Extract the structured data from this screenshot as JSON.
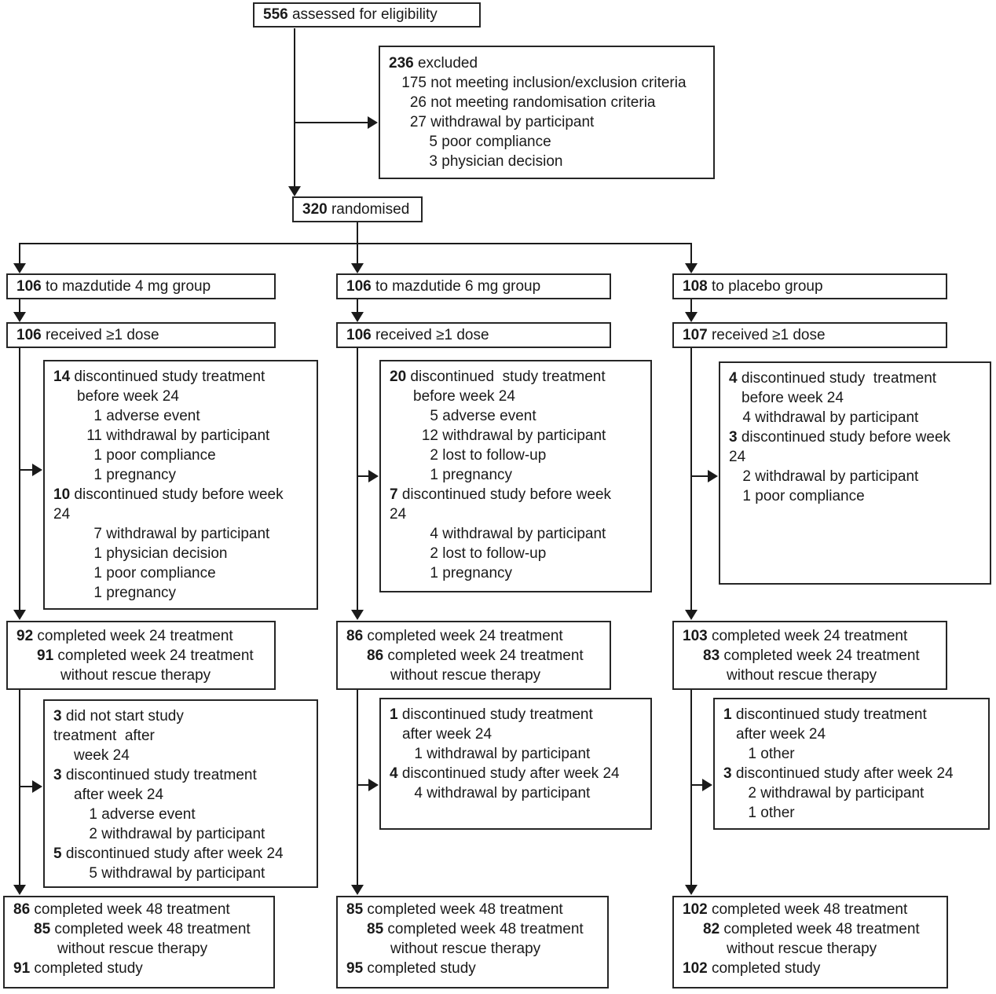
{
  "colors": {
    "line": "#1a1a1a",
    "box_border": "#262626",
    "background": "#ffffff",
    "text": "#1a1a1a"
  },
  "diagram": {
    "eligibility": {
      "lines": [
        {
          "n": "556",
          "b": 1,
          "t": "assessed for eligibility"
        }
      ]
    },
    "excluded": {
      "lines": [
        {
          "n": "236",
          "b": 1,
          "t": "excluded"
        },
        {
          "ind": 14,
          "nw": 34,
          "n": "175",
          "t": "not meeting inclusion/exclusion criteria"
        },
        {
          "ind": 14,
          "nw": 34,
          "n": "26",
          "t": "not meeting randomisation criteria"
        },
        {
          "ind": 14,
          "nw": 34,
          "n": "27",
          "t": "withdrawal by participant"
        },
        {
          "ind": 28,
          "nw": 34,
          "n": "5",
          "t": "poor compliance"
        },
        {
          "ind": 28,
          "nw": 34,
          "n": "3",
          "t": "physician decision"
        }
      ]
    },
    "randomised": {
      "lines": [
        {
          "n": "320",
          "b": 1,
          "t": "randomised"
        }
      ]
    },
    "arms": [
      {
        "assigned": {
          "lines": [
            {
              "n": "106",
              "b": 1,
              "t": "to mazdutide 4 mg group"
            }
          ]
        },
        "received": {
          "lines": [
            {
              "n": "106",
              "b": 1,
              "t": "received ≥1 dose"
            }
          ]
        },
        "disc_before_wk24": {
          "lines": [
            {
              "n": "14",
              "b": 1,
              "t": "discontinued study treatment"
            },
            {
              "ind": 30,
              "t": "before week 24"
            },
            {
              "ind": 36,
              "nw": 26,
              "n": "1",
              "t": "adverse event"
            },
            {
              "ind": 36,
              "nw": 26,
              "n": "11",
              "t": "withdrawal by participant"
            },
            {
              "ind": 36,
              "nw": 26,
              "n": "1",
              "t": "poor compliance"
            },
            {
              "ind": 36,
              "nw": 26,
              "n": "1",
              "t": "pregnancy"
            },
            {
              "n": "10",
              "b": 1,
              "t": "discontinued study before week"
            },
            {
              "t": "24"
            },
            {
              "ind": 36,
              "nw": 26,
              "n": "7",
              "t": "withdrawal by participant"
            },
            {
              "ind": 36,
              "nw": 26,
              "n": "1",
              "t": "physician decision"
            },
            {
              "ind": 36,
              "nw": 26,
              "n": "1",
              "t": "poor compliance"
            },
            {
              "ind": 36,
              "nw": 26,
              "n": "1",
              "t": "pregnancy"
            }
          ]
        },
        "completed_wk24": {
          "lines": [
            {
              "n": "92",
              "b": 1,
              "t": "completed week 24 treatment"
            },
            {
              "ind": 26,
              "n": "91",
              "b": 1,
              "t": "completed week 24 treatment"
            },
            {
              "ind": 56,
              "t": "without rescue therapy"
            }
          ]
        },
        "disc_after_wk24": {
          "lines": [
            {
              "n": "3",
              "b": 1,
              "t": "did not start study"
            },
            {
              "t": "treatment  after"
            },
            {
              "ind": 26,
              "t": "week 24"
            },
            {
              "n": "3",
              "b": 1,
              "t": "discontinued study treatment"
            },
            {
              "ind": 26,
              "t": "after week 24"
            },
            {
              "ind": 36,
              "nw": 20,
              "n": "1",
              "t": "adverse event"
            },
            {
              "ind": 36,
              "nw": 20,
              "n": "2",
              "t": "withdrawal by participant"
            },
            {
              "n": "5",
              "b": 1,
              "t": "discontinued study after week 24"
            },
            {
              "ind": 36,
              "nw": 20,
              "n": "5",
              "t": "withdrawal by participant"
            }
          ]
        },
        "completed_wk48": {
          "lines": [
            {
              "n": "86",
              "b": 1,
              "t": "completed week 48 treatment"
            },
            {
              "ind": 26,
              "n": "85",
              "b": 1,
              "t": "completed week 48 treatment"
            },
            {
              "ind": 56,
              "t": "without rescue therapy"
            },
            {
              "n": "91",
              "b": 1,
              "t": "completed study"
            }
          ]
        }
      },
      {
        "assigned": {
          "lines": [
            {
              "n": "106",
              "b": 1,
              "t": "to mazdutide 6 mg group"
            }
          ]
        },
        "received": {
          "lines": [
            {
              "n": "106",
              "b": 1,
              "t": "received ≥1 dose"
            }
          ]
        },
        "disc_before_wk24": {
          "lines": [
            {
              "n": "20",
              "b": 1,
              "t": "discontinued  study treatment"
            },
            {
              "ind": 30,
              "t": "before week 24"
            },
            {
              "ind": 36,
              "nw": 26,
              "n": "5",
              "t": "adverse event"
            },
            {
              "ind": 36,
              "nw": 26,
              "n": "12",
              "t": "withdrawal by participant"
            },
            {
              "ind": 36,
              "nw": 26,
              "n": "2",
              "t": "lost to follow-up"
            },
            {
              "ind": 36,
              "nw": 26,
              "n": "1",
              "t": "pregnancy"
            },
            {
              "n": "7",
              "b": 1,
              "t": "discontinued study before week"
            },
            {
              "t": "24"
            },
            {
              "ind": 36,
              "nw": 26,
              "n": "4",
              "t": "withdrawal by participant"
            },
            {
              "ind": 36,
              "nw": 26,
              "n": "2",
              "t": "lost to follow-up"
            },
            {
              "ind": 36,
              "nw": 26,
              "n": "1",
              "t": "pregnancy"
            }
          ]
        },
        "completed_wk24": {
          "lines": [
            {
              "n": "86",
              "b": 1,
              "t": "completed week 24 treatment"
            },
            {
              "ind": 26,
              "n": "86",
              "b": 1,
              "t": "completed week 24 treatment"
            },
            {
              "ind": 56,
              "t": "without rescue therapy"
            }
          ]
        },
        "disc_after_wk24": {
          "lines": [
            {
              "n": "1",
              "b": 1,
              "t": "discontinued study treatment"
            },
            {
              "ind": 16,
              "t": "after week 24"
            },
            {
              "ind": 30,
              "nw": 12,
              "n": "1",
              "t": "withdrawal by participant"
            },
            {
              "n": "4",
              "b": 1,
              "t": "discontinued study after week 24"
            },
            {
              "ind": 30,
              "nw": 12,
              "n": "4",
              "t": "withdrawal by participant"
            }
          ]
        },
        "completed_wk48": {
          "lines": [
            {
              "n": "85",
              "b": 1,
              "t": "completed week 48 treatment"
            },
            {
              "ind": 26,
              "n": "85",
              "b": 1,
              "t": "completed week 48 treatment"
            },
            {
              "ind": 56,
              "t": "without rescue therapy"
            },
            {
              "n": "95",
              "b": 1,
              "t": "completed study"
            }
          ]
        }
      },
      {
        "assigned": {
          "lines": [
            {
              "n": "108",
              "b": 1,
              "t": "to placebo group"
            }
          ]
        },
        "received": {
          "lines": [
            {
              "n": "107",
              "b": 1,
              "t": "received ≥1 dose"
            }
          ]
        },
        "disc_before_wk24": {
          "lines": [
            {
              "n": "4",
              "b": 1,
              "t": "discontinued study  treatment"
            },
            {
              "ind": 16,
              "t": "before week 24"
            },
            {
              "ind": 16,
              "nw": 12,
              "n": "4",
              "t": "withdrawal by participant"
            },
            {
              "n": "3",
              "b": 1,
              "t": "discontinued study before week"
            },
            {
              "t": "24"
            },
            {
              "ind": 16,
              "nw": 12,
              "n": "2",
              "t": "withdrawal by participant"
            },
            {
              "ind": 16,
              "nw": 12,
              "n": "1",
              "t": "poor compliance"
            }
          ]
        },
        "completed_wk24": {
          "lines": [
            {
              "n": "103",
              "b": 1,
              "t": "completed week 24 treatment"
            },
            {
              "ind": 26,
              "n": "83",
              "b": 1,
              "t": "completed week 24 treatment"
            },
            {
              "ind": 56,
              "t": "without rescue therapy"
            }
          ]
        },
        "disc_after_wk24": {
          "lines": [
            {
              "n": "1",
              "b": 1,
              "t": "discontinued study treatment"
            },
            {
              "ind": 16,
              "t": "after week 24"
            },
            {
              "ind": 30,
              "nw": 12,
              "n": "1",
              "t": "other"
            },
            {
              "n": "3",
              "b": 1,
              "t": "discontinued study after week 24"
            },
            {
              "ind": 30,
              "nw": 12,
              "n": "2",
              "t": "withdrawal by participant"
            },
            {
              "ind": 30,
              "nw": 12,
              "n": "1",
              "t": "other"
            }
          ]
        },
        "completed_wk48": {
          "lines": [
            {
              "n": "102",
              "b": 1,
              "t": "completed week 48 treatment"
            },
            {
              "ind": 26,
              "n": "82",
              "b": 1,
              "t": "completed week 48 treatment"
            },
            {
              "ind": 56,
              "t": "without rescue therapy"
            },
            {
              "n": "102",
              "b": 1,
              "t": "completed study"
            }
          ]
        }
      }
    ]
  }
}
